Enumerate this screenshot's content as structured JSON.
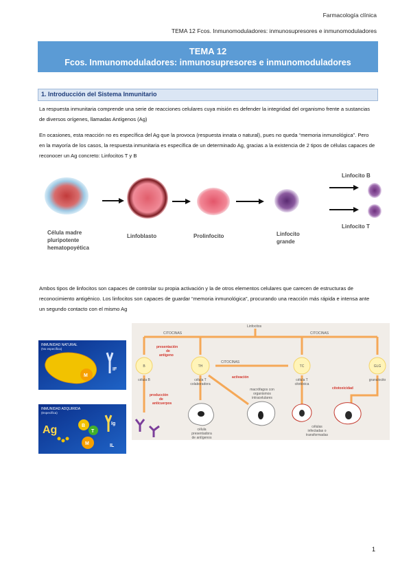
{
  "header": {
    "course": "Farmacología clínica",
    "topic": "TEMA 12 Fcos. Inmunomoduladores: inmunosupresores e inmunomoduladores"
  },
  "title": {
    "line1": "TEMA 12",
    "line2": "Fcos. Inmunomoduladores: inmunosupresores e inmunomoduladores"
  },
  "section1": {
    "heading": "1. Introducción del Sistema Inmunitario",
    "paragraphs": [
      "La respuesta inmunitaria comprende una serie de reacciones celulares cuya misión es defender la integridad del organismo frente a sustancias de diversos orígenes, llamadas Antígenos (Ag)",
      "En ocasiones, esta reacción no es específica del Ag que la provoca (respuesta innata o natural), pues no queda “memoria inmunológica”. Pero en la mayoría de los casos, la respuesta inmunitaria es específica de un determinado Ag, gracias a la existencia de 2 tipos de células capaces de reconocer un Ag concreto: Linfocitos T y B",
      "Ambos tipos de linfocitos son capaces de controlar su propia activación y la de otros elementos celulares que carecen de estructuras de reconocimiento antigénico. Los linfocitos son capaces de guardar “memoria inmunológica”, procurando una reacción más rápida e intensa ante un segundo contacto con el mismo Ag"
    ]
  },
  "figure1": {
    "labels": {
      "stem_cell": [
        "Célula madre",
        "pluripotente",
        "hematopoyética"
      ],
      "lymphoblast": "Linfoblasto",
      "prolymphocyte": "Prolinfocito",
      "large_lymphocyte": [
        "Linfocito",
        "grande"
      ],
      "b_lymphocyte": "Linfocito B",
      "t_lymphocyte": "Linfocito T"
    }
  },
  "figure2": {
    "natural_panel": {
      "title": "INMUNIDAD NATURAL",
      "subtitle": "(No específica)",
      "label_if": "IF",
      "label_m": "M"
    },
    "acquired_panel": {
      "title": "INMUNIDAD ADQUIRIDA",
      "subtitle": "(Específica)",
      "label_ag": "Ag",
      "label_b": "B",
      "label_t": "T",
      "label_ig": "Ig",
      "label_m": "M",
      "label_il": "IL"
    },
    "diagram": {
      "linfocitos": "Linfocitos",
      "citocinas_left": "CITOCINAS",
      "citocinas_right": "CITOCINAS",
      "citocinas_mid": "CITOCINAS",
      "presentacion": [
        "presentación",
        "de",
        "antígeno"
      ],
      "activacion": "activación",
      "citotoxicidad": "citotoxicidad",
      "produccion": [
        "producción",
        "de",
        "anticuerpos"
      ],
      "cells": {
        "b": "B",
        "th": "TH",
        "tc": "TC",
        "glg": "GLG"
      },
      "captions": {
        "b": "célula B",
        "th": [
          "célula T",
          "colaboradora"
        ],
        "tc": [
          "célula T",
          "citotóxica"
        ],
        "glg": "granulocito",
        "apc": [
          "célula",
          "presentadora",
          "de antígenos"
        ],
        "macro": [
          "macrófagos con",
          "organismos",
          "intracelulares"
        ],
        "infected": [
          "células",
          "infectadas o",
          "transformadas"
        ]
      }
    }
  },
  "footer": {
    "page_number": "1"
  }
}
